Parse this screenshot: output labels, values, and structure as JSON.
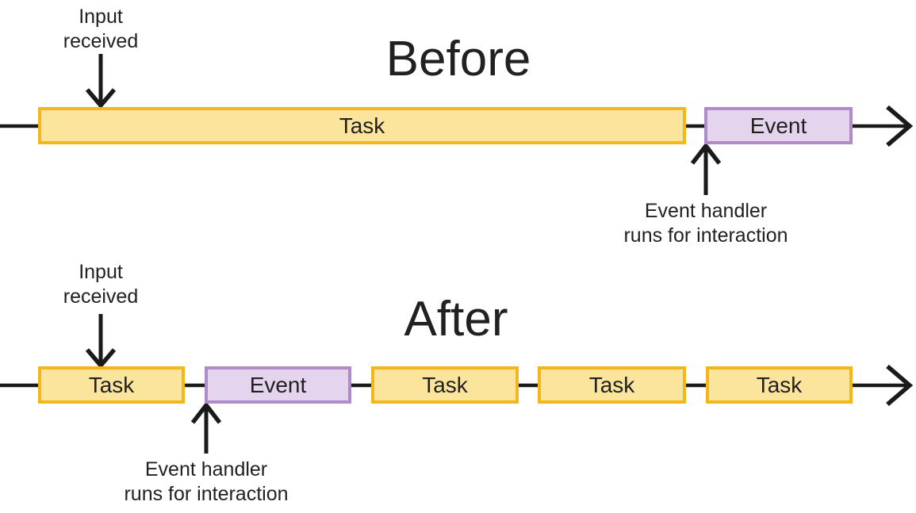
{
  "colors": {
    "background": "#ffffff",
    "task_fill": "#fbe49c",
    "task_border": "#f3b71d",
    "event_fill": "#e4d4ee",
    "event_border": "#af8bc8",
    "line_color": "#1a1a1a",
    "text_color": "#212121"
  },
  "before": {
    "title": "Before",
    "input_label": {
      "line1": "Input",
      "line2": "received"
    },
    "handler_label": {
      "line1": "Event handler",
      "line2": "runs for interaction"
    },
    "segments": [
      {
        "type": "task",
        "label": "Task"
      },
      {
        "type": "event",
        "label": "Event"
      }
    ]
  },
  "after": {
    "title": "After",
    "input_label": {
      "line1": "Input",
      "line2": "received"
    },
    "handler_label": {
      "line1": "Event handler",
      "line2": "runs for interaction"
    },
    "segments": [
      {
        "type": "task",
        "label": "Task"
      },
      {
        "type": "event",
        "label": "Event"
      },
      {
        "type": "task",
        "label": "Task"
      },
      {
        "type": "task",
        "label": "Task"
      },
      {
        "type": "task",
        "label": "Task"
      }
    ]
  }
}
